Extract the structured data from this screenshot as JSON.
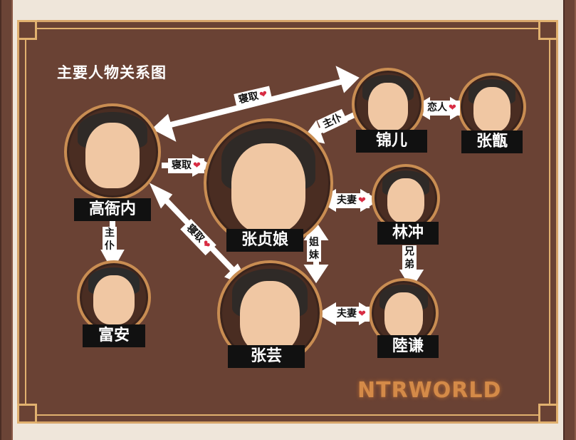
{
  "title": "主要人物关系图",
  "characters": {
    "gao": "高衙内",
    "zhen": "张贞娘",
    "jin": "锦儿",
    "zhangzeng": "张甑",
    "lin": "林冲",
    "fu": "富安",
    "yun": "张芸",
    "lu": "陸谦"
  },
  "relations": {
    "gao_jin": "寝取",
    "gao_zhen": "寝取",
    "gao_yun": "寝取",
    "gao_fu": "主仆",
    "zhen_jin": "主仆",
    "jin_zhang": "恋人",
    "zhen_lin": "夫妻",
    "zhen_yun": "姐妹",
    "lin_lu": "兄弟",
    "yun_lu": "夫妻"
  },
  "logo": "NTRWORLD",
  "colors": {
    "board": "#6a4234",
    "frame": "#d7a56a",
    "heart": "#d82c43"
  }
}
